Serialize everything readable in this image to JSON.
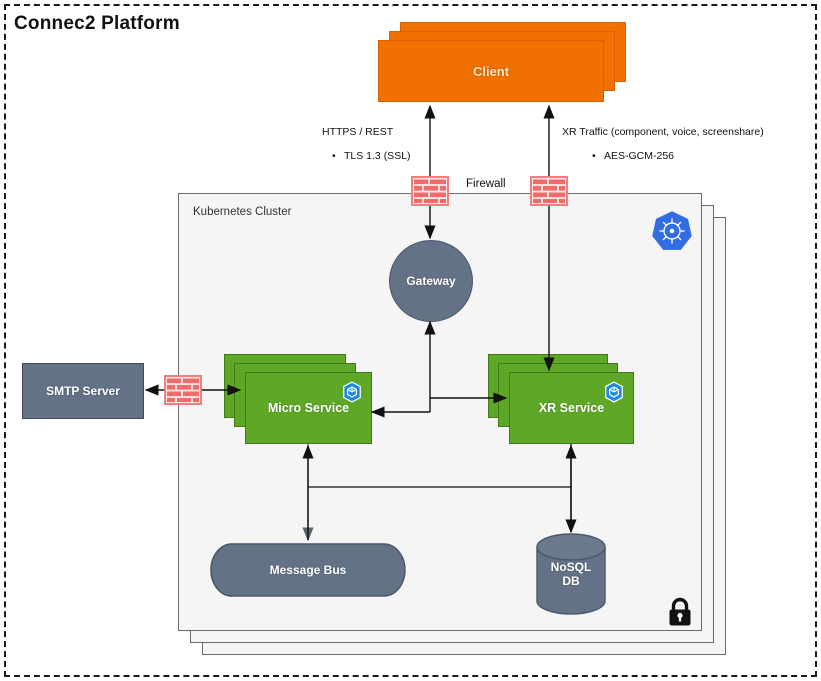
{
  "title": "Connec2 Platform",
  "colors": {
    "client": "#F07000",
    "service": "#5FA827",
    "infra": "#647287",
    "cluster_bg": "#F5F5F5",
    "firewall": "#F8CFCF",
    "kubernetes_blue": "#326CE5",
    "lock": "#111111"
  },
  "nodes": {
    "client": {
      "label": "Client",
      "shape": "stacked-box",
      "stack_count": 3
    },
    "cluster": {
      "label": "Kubernetes Cluster",
      "shape": "stacked-container",
      "stack_count": 3
    },
    "gateway": {
      "label": "Gateway",
      "shape": "circle"
    },
    "micro_service": {
      "label": "Micro Service",
      "shape": "stacked-box",
      "stack_count": 3
    },
    "xr_service": {
      "label": "XR Service",
      "shape": "stacked-box",
      "stack_count": 3
    },
    "smtp": {
      "label": "SMTP Server",
      "shape": "rectangle"
    },
    "message_bus": {
      "label": "Message Bus",
      "shape": "horizontal-cylinder"
    },
    "nosql_db": {
      "label_line1": "NoSQL",
      "label_line2": "DB",
      "shape": "vertical-cylinder"
    }
  },
  "icons": {
    "kubernetes": "kubernetes-helm-icon",
    "pod_micro": "container-pod-icon",
    "pod_xr": "container-pod-icon",
    "lock": "padlock-icon",
    "firewall_left": "firewall-brick-icon",
    "firewall_gateway": "firewall-brick-icon",
    "firewall_xr": "firewall-brick-icon"
  },
  "annotations": {
    "firewall_label": "Firewall",
    "https_title": "HTTPS / REST",
    "https_bullet": "TLS 1.3 (SSL)",
    "xr_title": "XR Traffic (component, voice, screenshare)",
    "xr_bullet": "AES-GCM-256"
  }
}
